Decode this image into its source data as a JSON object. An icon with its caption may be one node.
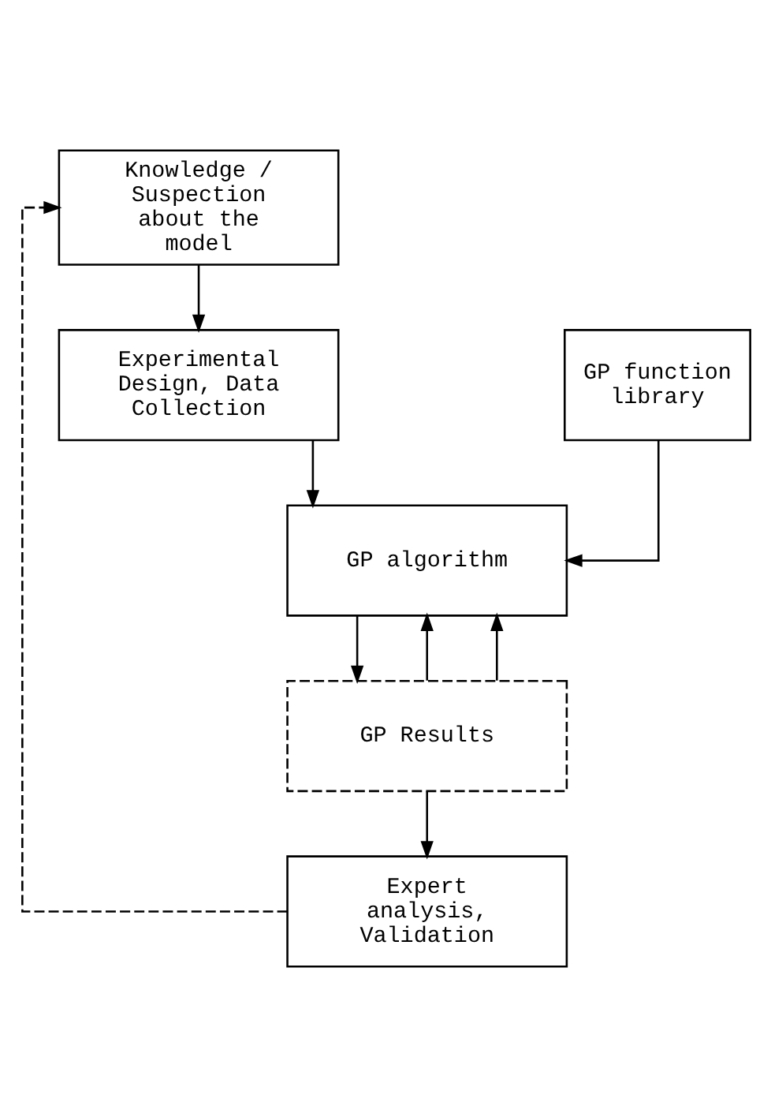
{
  "diagram": {
    "nodes": [
      {
        "text": [
          "Knowledge / Suspection about the model"
        ]
      },
      {
        "text": [
          "Experimental Design, Data Collection"
        ]
      },
      {
        "text": [
          "GP function library"
        ]
      },
      {
        "text": [
          "GP algorithm"
        ]
      },
      {
        "text": [
          "GP Results"
        ]
      },
      {
        "text": [
          "Expert analysis, Validation"
        ]
      }
    ],
    "edges": [
      {
        "from": 0,
        "to": 1,
        "arrow": "to"
      },
      {
        "from": 1,
        "to": 3,
        "arrow": "to"
      },
      {
        "from": 2,
        "to": 3,
        "arrow": "to"
      },
      {
        "from": 3,
        "to": 4,
        "arrow": "to"
      },
      {
        "from": 4,
        "to": 3,
        "arrow": "to"
      },
      {
        "from": 4,
        "to": 3,
        "arrow": "to"
      },
      {
        "from": 4,
        "to": 5,
        "arrow": "to"
      },
      {
        "from": 5,
        "to": 0,
        "arrow": "to",
        "style": "dashed"
      }
    ]
  }
}
